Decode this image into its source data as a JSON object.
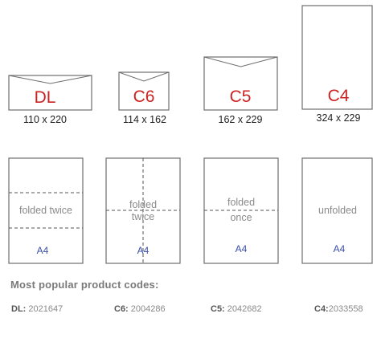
{
  "envelopes": [
    {
      "code": "DL",
      "size": "110 x 220"
    },
    {
      "code": "C6",
      "size": "114 x 162"
    },
    {
      "code": "C5",
      "size": "162 x 229"
    },
    {
      "code": "C4",
      "size": "324 x 229"
    }
  ],
  "sheets": [
    {
      "fold_lines": [
        "folded twice"
      ],
      "paper": "A4",
      "folds": "horizontal-2"
    },
    {
      "fold_lines": [
        "folded",
        "twice"
      ],
      "paper": "A4",
      "folds": "cross"
    },
    {
      "fold_lines": [
        "folded",
        "once"
      ],
      "paper": "A4",
      "folds": "horizontal-1"
    },
    {
      "fold_lines": [
        "unfolded"
      ],
      "paper": "A4",
      "folds": "none"
    }
  ],
  "codes_title": "Most popular product codes:",
  "codes": [
    {
      "label": "DL:",
      "value": " 2021647"
    },
    {
      "label": "C6:",
      "value": " 2004286"
    },
    {
      "label": "C5:",
      "value": " 2042682"
    },
    {
      "label": "C4:",
      "value": "2033558"
    }
  ],
  "colors": {
    "envelope_label": "#cc2222",
    "paper_label": "#3a4fa8",
    "outline": "#6e6e6e"
  }
}
